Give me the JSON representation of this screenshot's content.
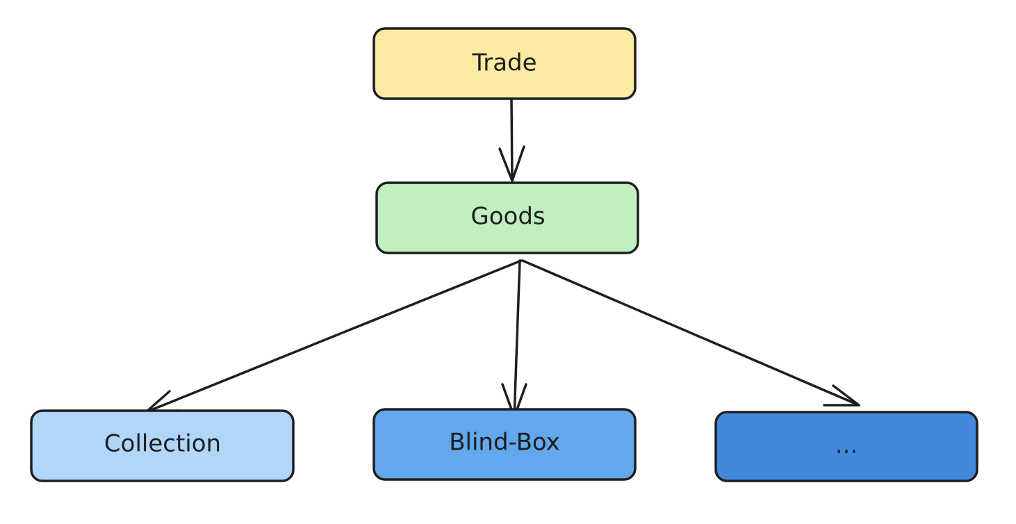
{
  "diagram": {
    "nodes": [
      {
        "id": "trade",
        "label": "Trade",
        "fill": "#fbeaa2"
      },
      {
        "id": "goods",
        "label": "Goods",
        "fill": "#c0f0c0"
      },
      {
        "id": "collection",
        "label": "Collection",
        "fill": "#b0d6fa"
      },
      {
        "id": "blind-box",
        "label": "Blind-Box",
        "fill": "#63a7ec"
      },
      {
        "id": "more",
        "label": "...",
        "fill": "#4289dd"
      }
    ],
    "edges": [
      {
        "from": "trade",
        "to": "goods"
      },
      {
        "from": "goods",
        "to": "collection"
      },
      {
        "from": "goods",
        "to": "blind-box"
      },
      {
        "from": "goods",
        "to": "more"
      }
    ]
  }
}
